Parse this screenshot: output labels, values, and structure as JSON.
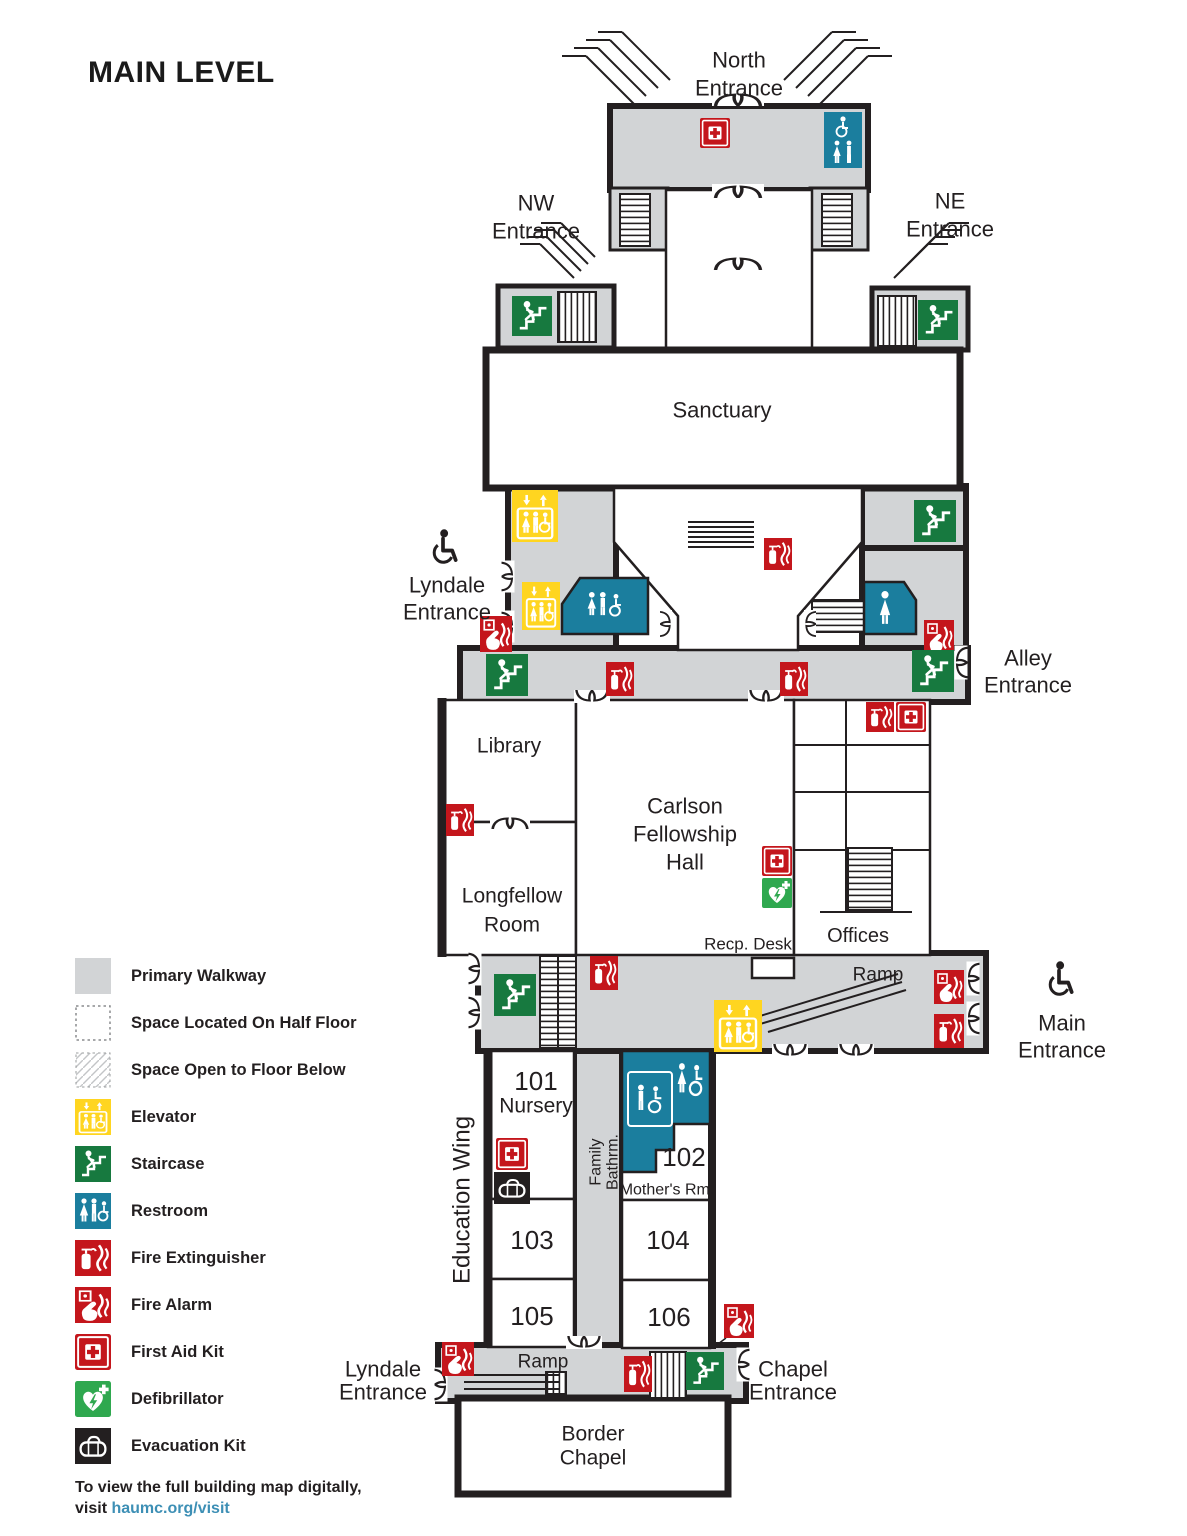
{
  "page": {
    "title": "MAIN LEVEL"
  },
  "entrances": {
    "north": [
      "North",
      "Entrance"
    ],
    "nw": [
      "NW",
      "Entrance"
    ],
    "ne": [
      "NE",
      "Entrance"
    ],
    "lyndale_upper": [
      "Lyndale",
      "Entrance"
    ],
    "alley": [
      "Alley",
      "Entrance"
    ],
    "main": [
      "Main",
      "Entrance"
    ],
    "lyndale_lower": [
      "Lyndale",
      "Entrance"
    ],
    "chapel": [
      "Chapel",
      "Entrance"
    ]
  },
  "rooms": {
    "sanctuary": "Sanctuary",
    "library": "Library",
    "longfellow": [
      "Longfellow",
      "Room"
    ],
    "carlson": [
      "Carlson",
      "Fellowship",
      "Hall"
    ],
    "offices": "Offices",
    "recp_desk": "Recp. Desk",
    "ramp_upper": "Ramp",
    "ramp_lower": "Ramp",
    "nursery_number": "101",
    "nursery": "Nursery",
    "family_bathrm": [
      "Family",
      "Bathrm."
    ],
    "room102": "102",
    "mothers_rm": "Mother's Rm.",
    "room103": "103",
    "room104": "104",
    "room105": "105",
    "room106": "106",
    "education_wing": "Education Wing",
    "border_chapel": [
      "Border",
      "Chapel"
    ]
  },
  "legend": {
    "items": [
      {
        "icon": "primary-walkway-swatch",
        "label": "Primary Walkway"
      },
      {
        "icon": "half-floor-swatch",
        "label": "Space Located On Half Floor"
      },
      {
        "icon": "open-below-swatch",
        "label": "Space Open to Floor Below"
      },
      {
        "icon": "elevator-icon",
        "label": "Elevator"
      },
      {
        "icon": "staircase-icon",
        "label": "Staircase"
      },
      {
        "icon": "restroom-icon",
        "label": "Restroom"
      },
      {
        "icon": "fire-extinguisher-icon",
        "label": "Fire Extinguisher"
      },
      {
        "icon": "fire-alarm-icon",
        "label": "Fire Alarm"
      },
      {
        "icon": "first-aid-kit-icon",
        "label": "First Aid Kit"
      },
      {
        "icon": "defibrillator-icon",
        "label": "Defibrillator"
      },
      {
        "icon": "evacuation-kit-icon",
        "label": "Evacuation Kit"
      }
    ]
  },
  "footer": {
    "line1": "To view the full building map digitally,",
    "visit_prefix": "visit ",
    "link": "haumc.org/visit"
  },
  "colors": {
    "walkway": "#d2d4d6",
    "wall": "#231f20",
    "elevator_yellow": "#ffd520",
    "staircase_green": "#17793f",
    "restroom_teal": "#1b7e9e",
    "safety_red": "#c4161c",
    "defibrillator_green": "#2fa84f",
    "evacuation_black": "#231f20",
    "link_blue": "#3d8fb5"
  }
}
